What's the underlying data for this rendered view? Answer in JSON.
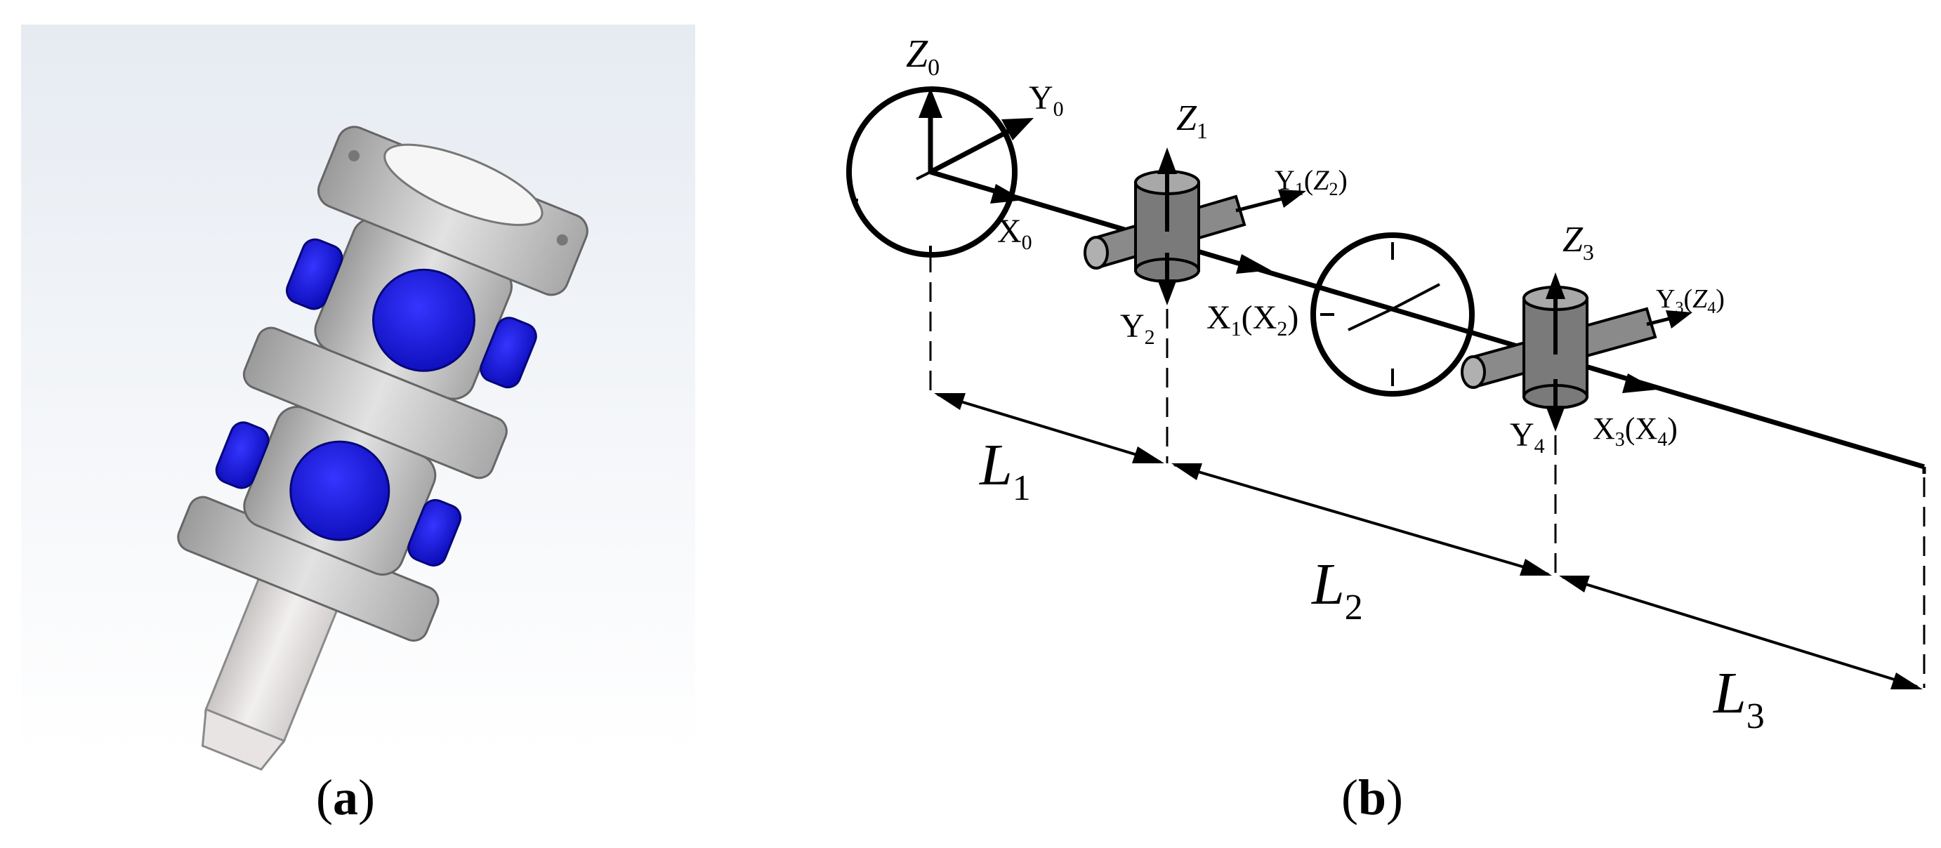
{
  "figure": {
    "panel_a": {
      "caption_open": "(",
      "caption_letter": "a",
      "caption_close": ")"
    },
    "panel_b": {
      "caption_open": "(",
      "caption_letter": "b",
      "caption_close": ")",
      "labels": {
        "z0": "Z",
        "z0_sub": "0",
        "y0": "Y",
        "y0_sub": "0",
        "x0": "X",
        "x0_sub": "0",
        "z1": "Z",
        "z1_sub": "1",
        "y1": "Y",
        "y1_sub": "1",
        "y1_paren_z": "Z",
        "y1_paren_sub": "2",
        "y2": "Y",
        "y2_sub": "2",
        "x1": "X",
        "x1_sub": "1",
        "x1_paren_x": "X",
        "x1_paren_sub": "2",
        "z3": "Z",
        "z3_sub": "3",
        "y3": "Y",
        "y3_sub": "3",
        "y3_paren_z": "Z",
        "y3_paren_sub": "4",
        "y4": "Y",
        "y4_sub": "4",
        "x3": "X",
        "x3_sub": "3",
        "x3_paren_x": "X",
        "x3_paren_sub": "4",
        "l1": "L",
        "l1_sub": "1",
        "l2": "L",
        "l2_sub": "2",
        "l3": "L",
        "l3_sub": "3"
      }
    },
    "colors": {
      "joint_blue": "#1a1ae0",
      "metal_grey": "#c8c8c8",
      "cylinder_grey": "#8a8a8a",
      "line": "#000000"
    }
  }
}
